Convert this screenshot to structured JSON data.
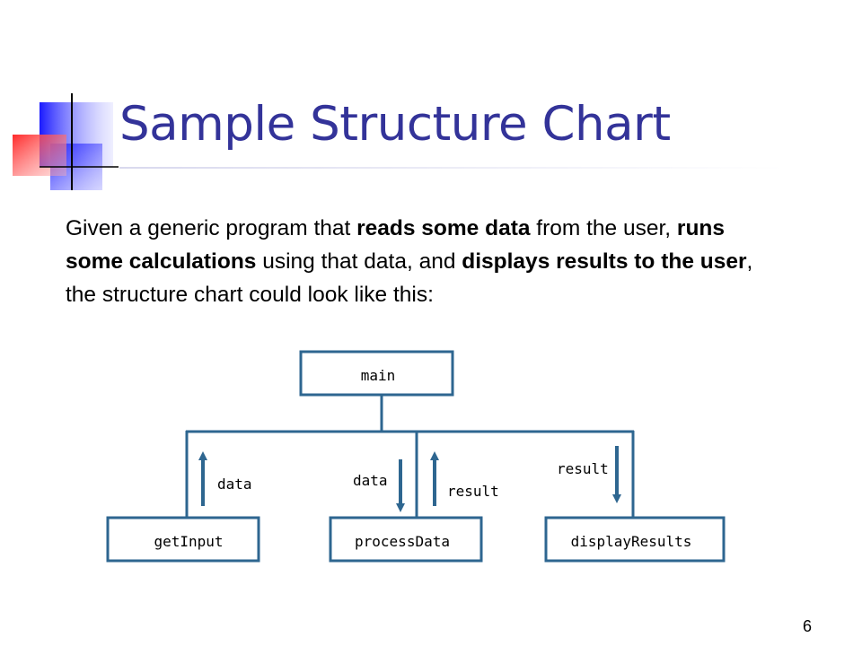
{
  "title": "Sample Structure Chart",
  "intro": {
    "p1": "Given a generic program that ",
    "b1": "reads some data",
    "p2": " from the user, ",
    "b2": "runs some calculations",
    "p3": " using that data, and ",
    "b3": "displays results to the user",
    "p4": ", the structure chart could look like this:"
  },
  "diagram": {
    "root": "main",
    "modules": [
      "getInput",
      "processData",
      "displayResults"
    ],
    "flows": [
      {
        "label": "data",
        "direction": "up"
      },
      {
        "label": "data",
        "direction": "down"
      },
      {
        "label": "result",
        "direction": "up"
      },
      {
        "label": "result",
        "direction": "down"
      }
    ]
  },
  "colors": {
    "title": "#333399",
    "box_border": "#2e6690",
    "arrow": "#2e6690",
    "deco_blue": "#1a1aff",
    "deco_red": "#ff3333"
  },
  "page_number": "6"
}
